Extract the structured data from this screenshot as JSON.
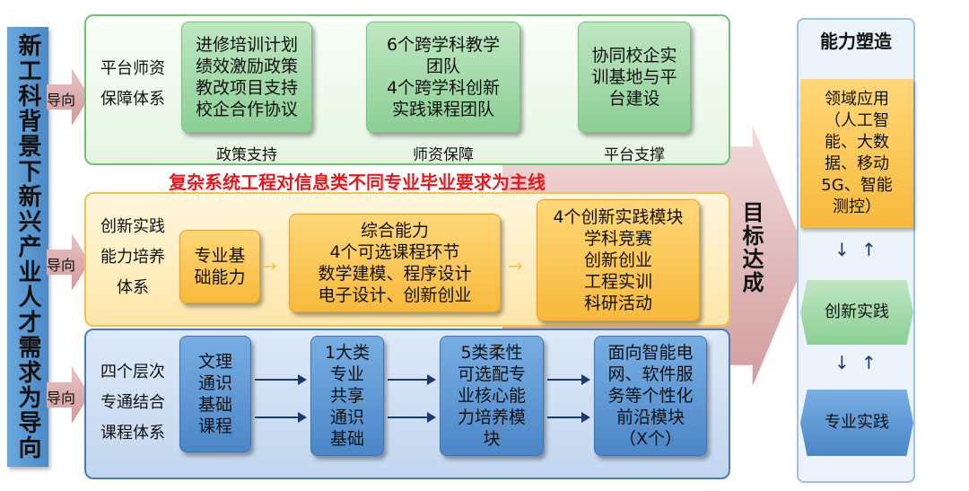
{
  "left_bar": "新工科背景下新兴产业人才需求为导向",
  "guide_label": "导向",
  "rows": {
    "platform": {
      "label": "平台师资\n保障体系",
      "cards": [
        "进修培训计划\n绩效激励政策\n教改项目支持\n校企合作协议",
        "6个跨学科教学\n团队\n4个跨学科创新\n实践课程团队",
        "协同校企实\n训基地与平\n台建设"
      ],
      "captions": [
        "政策支持",
        "师资保障",
        "平台支撑"
      ]
    },
    "innovation": {
      "label": "创新实践\n能力培养\n体系",
      "cards": [
        "专业基\n础能力",
        "综合能力\n4个可选课程环节\n数学建模、程序设计\n电子设计、创新创业",
        "4个创新实践模块\n学科竞赛\n创新创业\n工程实训\n科研活动"
      ]
    },
    "curriculum": {
      "label": "四个层次\n专通结合\n课程体系",
      "cards": [
        "文理\n通识\n基础\n课程",
        "1大类\n专业\n共享\n通识\n基础",
        "5类柔性\n可选配专\n业核心能\n力培养模\n块",
        "面向智能电\n网、软件服\n务等个性化\n前沿模块\n（X个）"
      ]
    }
  },
  "mainline": "复杂系统工程对信息类不同专业毕业要求为主线",
  "goal": "目标达成",
  "right_panel": {
    "title": "能力塑造",
    "items": [
      "领域应用\n（人工智\n能、大数\n据、移动\n5G、智能\n测控）",
      "创新实践",
      "专业实践"
    ]
  }
}
